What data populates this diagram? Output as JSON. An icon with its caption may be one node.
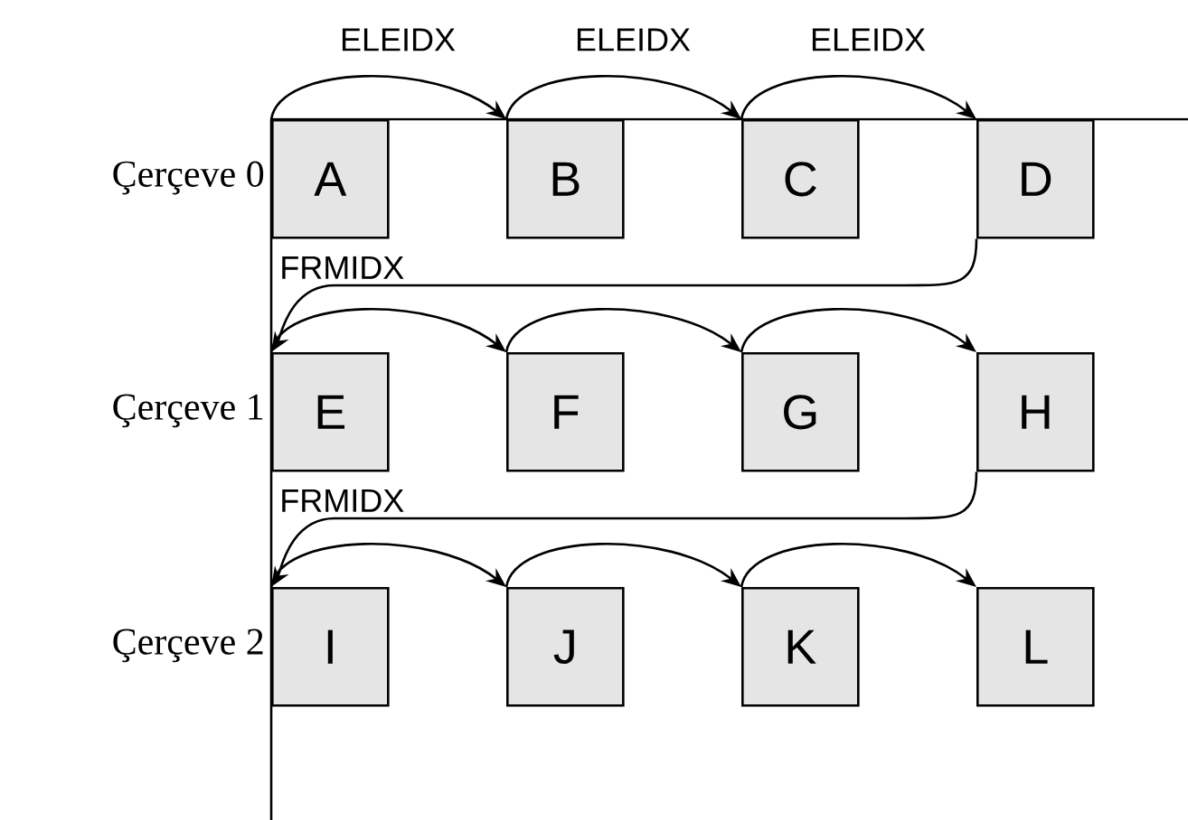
{
  "diagram": {
    "nodes": [
      {
        "text": [
          "A"
        ]
      },
      {
        "text": [
          "B"
        ]
      },
      {
        "text": [
          "C"
        ]
      },
      {
        "text": [
          "D"
        ]
      },
      {
        "text": [
          "E"
        ]
      },
      {
        "text": [
          "F"
        ]
      },
      {
        "text": [
          "G"
        ]
      },
      {
        "text": [
          "H"
        ]
      },
      {
        "text": [
          "I"
        ]
      },
      {
        "text": [
          "J"
        ]
      },
      {
        "text": [
          "K"
        ]
      },
      {
        "text": [
          "L"
        ]
      }
    ],
    "edges": [
      {
        "from": 0,
        "to": 1,
        "arrow": "to",
        "label": "ELEIDX"
      },
      {
        "from": 1,
        "to": 2,
        "arrow": "to",
        "label": "ELEIDX"
      },
      {
        "from": 2,
        "to": 3,
        "arrow": "to",
        "label": "ELEIDX"
      },
      {
        "from": 3,
        "to": 4,
        "arrow": "to",
        "label": "FRMIDX"
      },
      {
        "from": 4,
        "to": 5,
        "arrow": "to"
      },
      {
        "from": 5,
        "to": 6,
        "arrow": "to"
      },
      {
        "from": 6,
        "to": 7,
        "arrow": "to"
      },
      {
        "from": 7,
        "to": 8,
        "arrow": "to",
        "label": "FRMIDX"
      },
      {
        "from": 8,
        "to": 9,
        "arrow": "to"
      },
      {
        "from": 9,
        "to": 10,
        "arrow": "to"
      },
      {
        "from": 10,
        "to": 11,
        "arrow": "to"
      }
    ],
    "labels": [
      "Çerçeve 0",
      "Çerçeve 1",
      "Çerçeve 2"
    ]
  }
}
